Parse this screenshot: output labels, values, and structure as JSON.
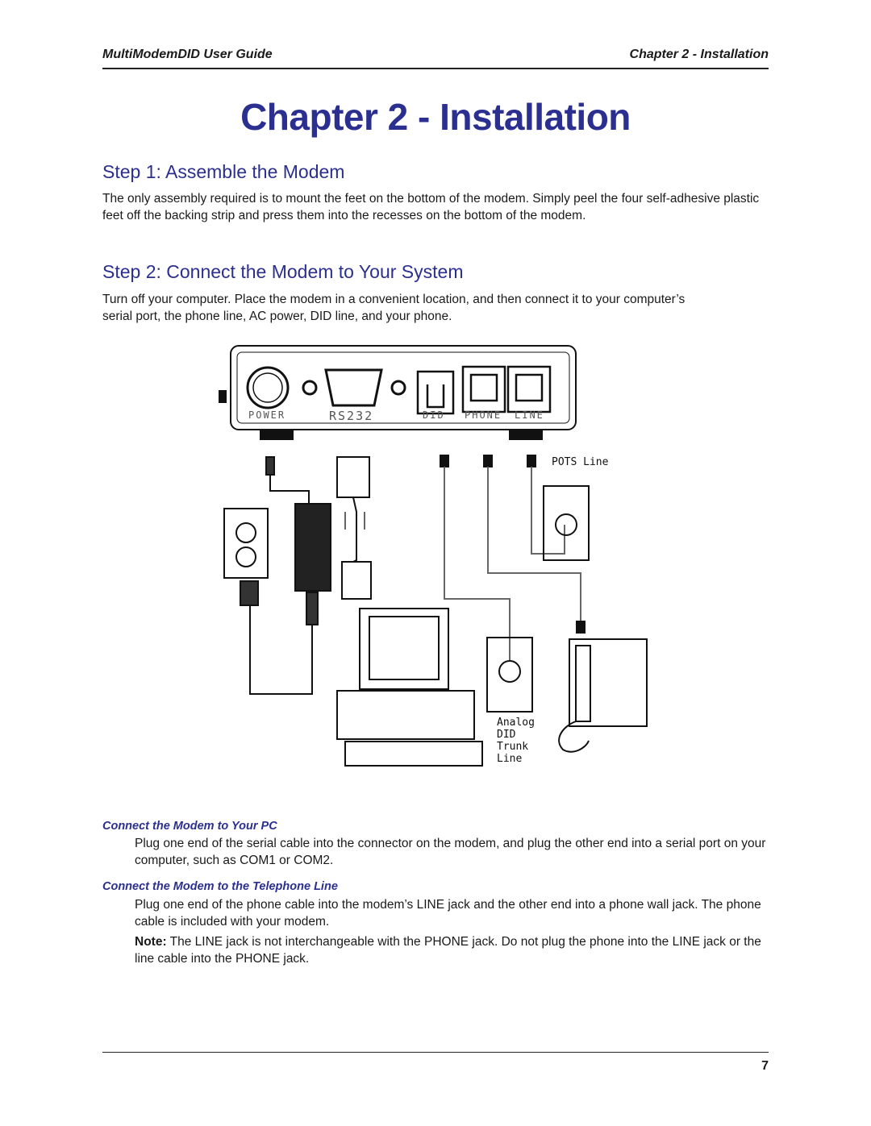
{
  "header": {
    "left": "MultiModemDID User Guide",
    "right": "Chapter 2 - Installation"
  },
  "chapter_title": "Chapter 2 - Installation",
  "step1": {
    "heading": "Step 1: Assemble the Modem",
    "text": "The only assembly required is to mount the feet on the bottom of the modem. Simply peel the four self-adhesive plastic feet off the backing strip and press them into the recesses on the bottom of the modem."
  },
  "step2": {
    "heading": "Step 2: Connect the Modem to Your System",
    "text": "Turn off your computer. Place the modem in a convenient location, and then connect it to your computer’s serial port, the phone line, AC power, DID line, and your phone."
  },
  "diagram": {
    "port_labels": [
      "POWER",
      "RS232",
      "DID",
      "PHONE",
      "LINE"
    ],
    "pots_label": "POTS Line",
    "analog_label": [
      "Analog",
      "DID",
      "Trunk",
      "Line"
    ]
  },
  "connect_pc": {
    "heading": "Connect the Modem to Your PC",
    "text": "Plug one end of the serial cable into the connector on the modem, and plug the other end into a serial port on your computer, such as COM1 or COM2."
  },
  "connect_line": {
    "heading": "Connect the Modem to the Telephone Line",
    "text": "Plug one end of the phone cable into the modem’s LINE jack and the other end into a phone wall jack. The phone cable is included with your modem.",
    "note_label": "Note:",
    "note_text": " The LINE jack is not interchangeable with the PHONE jack. Do not plug the phone into the LINE jack or the line cable into the PHONE jack."
  },
  "page_number": "7"
}
